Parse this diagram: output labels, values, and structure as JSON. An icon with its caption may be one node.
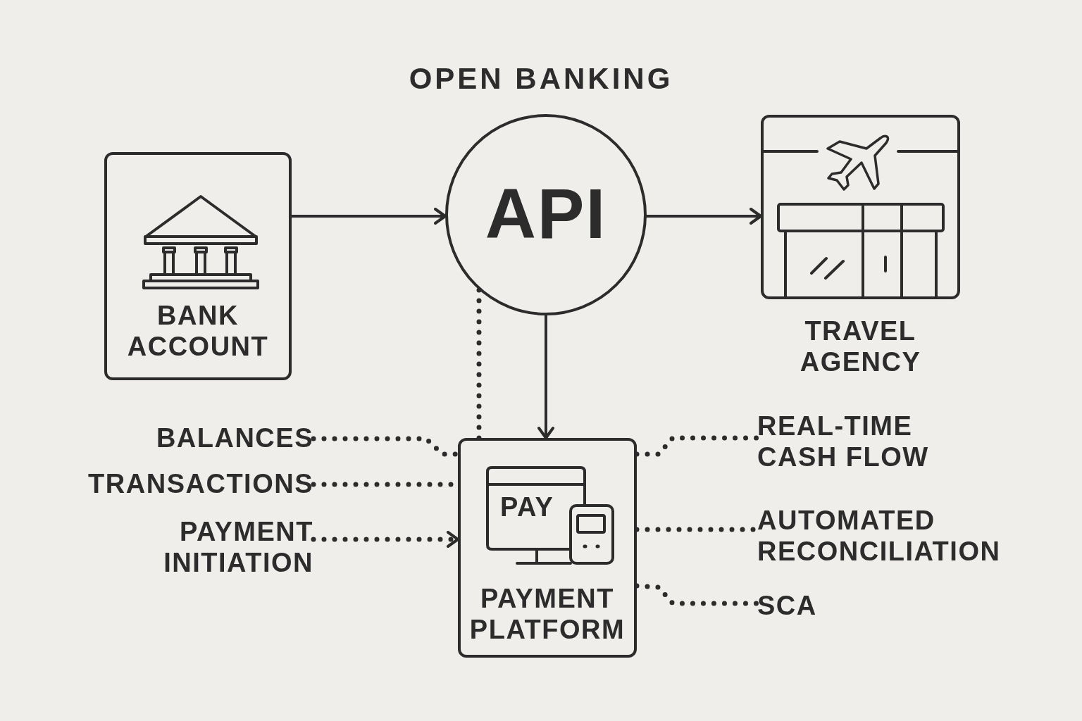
{
  "diagram": {
    "title": "OPEN BANKING",
    "nodes": [
      {
        "text": [
          "BANK ACCOUNT"
        ]
      },
      {
        "text": [
          "API"
        ]
      },
      {
        "text": [
          "TRAVEL AGENCY"
        ]
      },
      {
        "text": [
          "PAY",
          "PAYMENT PLATFORM"
        ]
      },
      {
        "text": [
          "BALANCES"
        ]
      },
      {
        "text": [
          "TRANSACTIONS"
        ]
      },
      {
        "text": [
          "PAYMENT INITIATION"
        ]
      },
      {
        "text": [
          "REAL-TIME CASH FLOW"
        ]
      },
      {
        "text": [
          "AUTOMATED RECONCILIATION"
        ]
      },
      {
        "text": [
          "SCA"
        ]
      }
    ],
    "edges": [
      {
        "from": 0,
        "to": 1,
        "arrow": "to"
      },
      {
        "from": 1,
        "to": 2,
        "arrow": "to"
      },
      {
        "from": 1,
        "to": 3,
        "arrow": "to"
      },
      {
        "from": 1,
        "to": 3,
        "arrow": "none",
        "style": "dashed"
      },
      {
        "from": 4,
        "to": 3,
        "arrow": "none",
        "style": "dashed"
      },
      {
        "from": 5,
        "to": 3,
        "arrow": "none",
        "style": "dashed"
      },
      {
        "from": 6,
        "to": 3,
        "arrow": "to",
        "style": "dashed"
      },
      {
        "from": 3,
        "to": 7,
        "arrow": "none",
        "style": "dashed"
      },
      {
        "from": 3,
        "to": 8,
        "arrow": "none",
        "style": "dashed"
      },
      {
        "from": 3,
        "to": 9,
        "arrow": "none",
        "style": "dashed"
      }
    ]
  }
}
